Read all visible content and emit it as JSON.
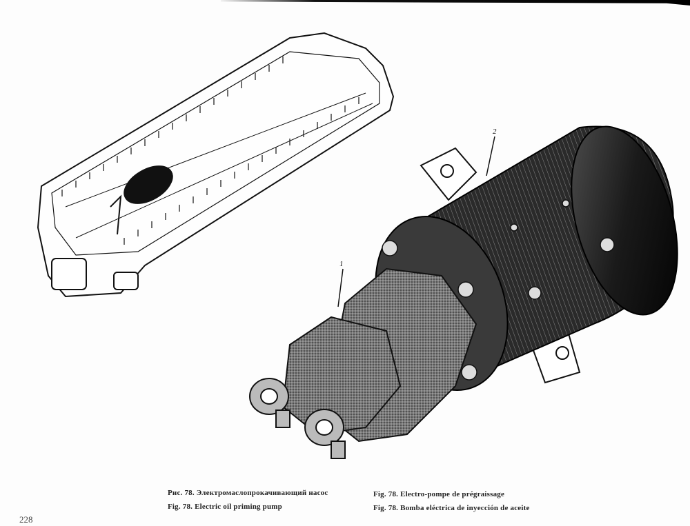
{
  "page": {
    "number": "228"
  },
  "figure": {
    "id": "78",
    "callouts": [
      {
        "label": "1",
        "target": "pump-body"
      },
      {
        "label": "2",
        "target": "electric-motor"
      }
    ]
  },
  "captions": {
    "russian": "Рис. 78. Электромаслопрокачивающий насос",
    "english": "Fig. 78. Electric oil priming pump",
    "french": "Fig. 78. Electro-pompe de prégraissage",
    "spanish": "Fig. 78. Bomba eléctrica de inyección de aceite"
  }
}
